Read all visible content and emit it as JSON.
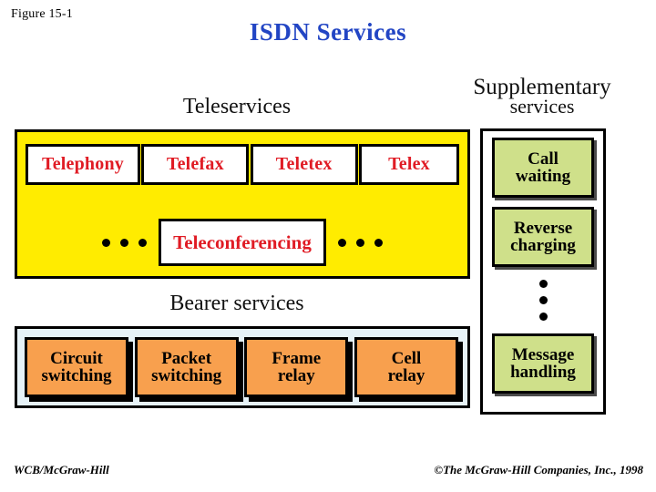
{
  "figure": {
    "label": "Figure 15-1",
    "title": "ISDN Services"
  },
  "colors": {
    "title": "#2245c4",
    "teleservices_panel": "#ffec00",
    "teleservices_text": "#e01b24",
    "bearer_panel": "#e6f2f7",
    "bearer_box": "#f8a04e",
    "supplementary_box": "#cfe08a",
    "border": "#000000"
  },
  "teleservices": {
    "heading": "Teleservices",
    "boxes": [
      {
        "label": "Telephony"
      },
      {
        "label": "Telefax"
      },
      {
        "label": "Teletex"
      },
      {
        "label": "Telex"
      }
    ],
    "continuation": {
      "label": "Teleconferencing",
      "left_dots": 3,
      "right_dots": 3
    }
  },
  "bearer_services": {
    "heading": "Bearer services",
    "boxes": [
      {
        "line1": "Circuit",
        "line2": "switching"
      },
      {
        "line1": "Packet",
        "line2": "switching"
      },
      {
        "line1": "Frame",
        "line2": "relay"
      },
      {
        "line1": "Cell",
        "line2": "relay"
      }
    ]
  },
  "supplementary_services": {
    "heading_line1": "Supplementary",
    "heading_line2": "services",
    "boxes": [
      {
        "line1": "Call",
        "line2": "waiting"
      },
      {
        "line1": "Reverse",
        "line2": "charging"
      },
      {
        "line1": "Message",
        "line2": "handling"
      }
    ],
    "ellipsis_dots": 3
  },
  "footer": {
    "left": "WCB/McGraw-Hill",
    "right": "©The McGraw-Hill Companies, Inc., 1998"
  }
}
